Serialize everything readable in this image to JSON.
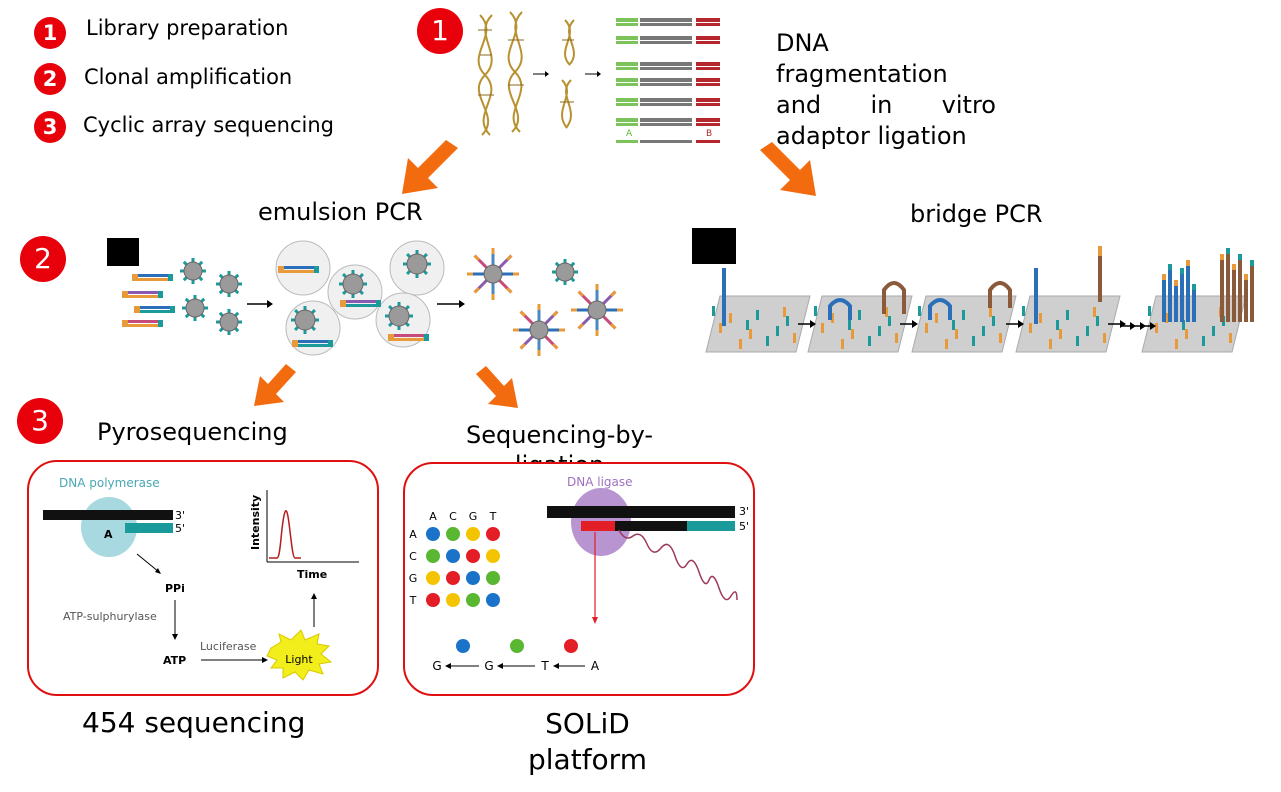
{
  "legend": {
    "items": [
      {
        "num": "1",
        "label": "Library preparation"
      },
      {
        "num": "2",
        "label": "Clonal amplification"
      },
      {
        "num": "3",
        "label": "Cyclic array sequencing"
      }
    ]
  },
  "step_badges": [
    "1",
    "2",
    "3"
  ],
  "library": {
    "description": [
      "DNA",
      "fragmentation",
      "and in vitro",
      "adaptor ligation"
    ],
    "adaptor_a": "A",
    "adaptor_b": "B"
  },
  "amplification": {
    "emulsion_label": "emulsion PCR",
    "bridge_label": "bridge PCR"
  },
  "sequencing": {
    "pyro": {
      "title": "Pyrosequencing",
      "platform": "454 sequencing",
      "polymerase": "DNA polymerase",
      "end3": "3'",
      "end5": "5'",
      "base": "A",
      "ppi": "PPi",
      "sulfurylase": "ATP-sulphurylase",
      "atp": "ATP",
      "luciferase": "Luciferase",
      "light": "Light",
      "intensity": "Intensity",
      "time": "Time"
    },
    "ligation": {
      "title_line1": "Sequencing-by-",
      "title_line2": "ligation",
      "platform_line1": "SOLiD",
      "platform_line2": "platform",
      "ligase": "DNA ligase",
      "end3": "3'",
      "end5": "5'",
      "bases": [
        "A",
        "C",
        "G",
        "T"
      ],
      "sequence": [
        "G",
        "G",
        "T",
        "A"
      ]
    }
  },
  "colors": {
    "badge": "#e8000b",
    "arrow": "#f26b0f",
    "box_border": "#e01010",
    "teal": "#1a9a9a",
    "pyro_polymerase": "#a8d8e0",
    "ligase": "#a070c0",
    "dot_blue": "#1a73c8",
    "dot_green": "#5ab732",
    "dot_yellow": "#f5c400",
    "dot_red": "#e41e26"
  }
}
